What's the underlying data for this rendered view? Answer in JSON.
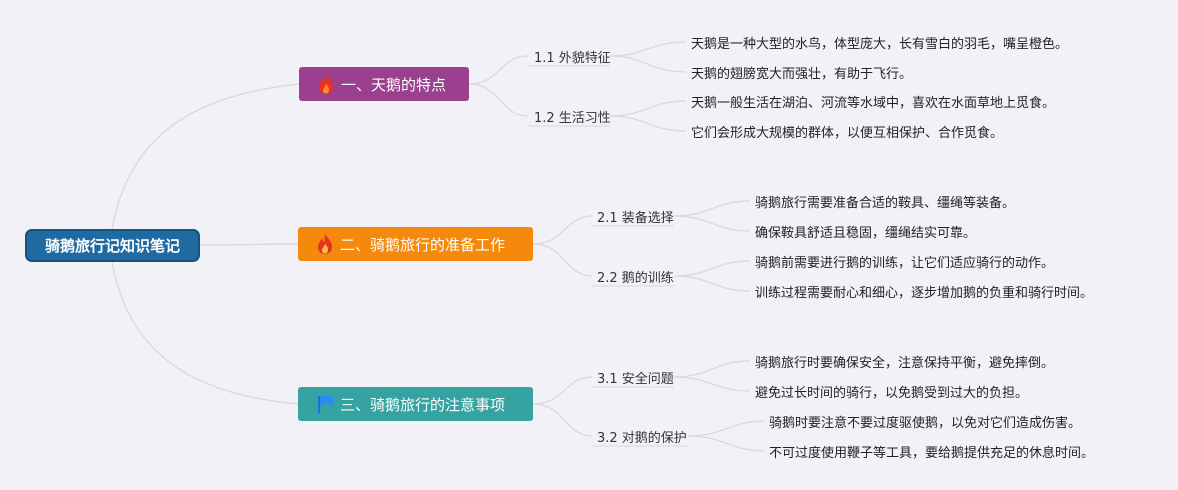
{
  "root": {
    "label": "骑鹅旅行记知识笔记"
  },
  "branches": [
    {
      "label": "一、天鹅的特点",
      "icon": "fire-icon",
      "color": "#9b3f8f",
      "subs": [
        {
          "label": "1.1 外貌特征",
          "leaves": [
            "天鹅是一种大型的水鸟，体型庞大，长有雪白的羽毛，嘴呈橙色。",
            "天鹅的翅膀宽大而强壮，有助于飞行。"
          ]
        },
        {
          "label": "1.2 生活习性",
          "leaves": [
            "天鹅一般生活在湖泊、河流等水域中，喜欢在水面草地上觅食。",
            "它们会形成大规模的群体，以便互相保护、合作觅食。"
          ]
        }
      ]
    },
    {
      "label": "二、骑鹅旅行的准备工作",
      "icon": "fire-icon",
      "color": "#f5890c",
      "subs": [
        {
          "label": "2.1 装备选择",
          "leaves": [
            "骑鹅旅行需要准备合适的鞍具、缰绳等装备。",
            "确保鞍具舒适且稳固，缰绳结实可靠。"
          ]
        },
        {
          "label": "2.2 鹅的训练",
          "leaves": [
            "骑鹅前需要进行鹅的训练，让它们适应骑行的动作。",
            "训练过程需要耐心和细心，逐步增加鹅的负重和骑行时间。"
          ]
        }
      ]
    },
    {
      "label": "三、骑鹅旅行的注意事项",
      "icon": "flag-icon",
      "color": "#34a3a1",
      "subs": [
        {
          "label": "3.1 安全问题",
          "leaves": [
            "骑鹅旅行时要确保安全，注意保持平衡，避免摔倒。",
            "避免过长时间的骑行，以免鹅受到过大的负担。"
          ]
        },
        {
          "label": "3.2 对鹅的保护",
          "leaves": [
            "骑鹅时要注意不要过度驱使鹅，以免对它们造成伤害。",
            "不可过度使用鞭子等工具，要给鹅提供充足的休息时间。"
          ]
        }
      ]
    }
  ]
}
